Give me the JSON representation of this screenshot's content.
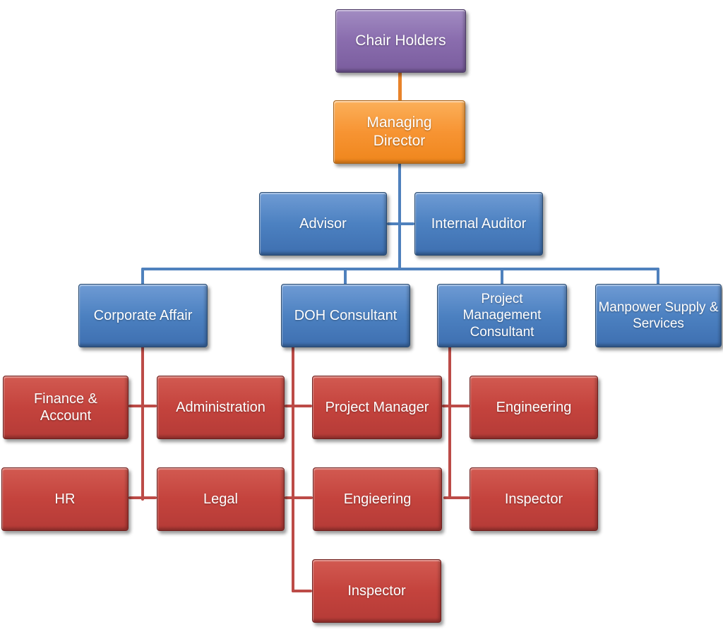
{
  "diagram": {
    "type": "org-chart",
    "palette": {
      "purple_fill": "#8a6dae",
      "orange_fill": "#f79433",
      "blue_fill": "#4c81c1",
      "red_fill": "#c4433d",
      "connector_blue": "#4f81bd",
      "connector_red": "#bc4b47",
      "connector_orange": "#e8832a",
      "text_color": "#ffffff",
      "background": "#ffffff"
    },
    "nodes": {
      "chair_holders": {
        "label": "Chair Holders",
        "color": "purple",
        "parent": null
      },
      "managing_director": {
        "label": "Managing Director",
        "color": "orange",
        "parent": "Chair Holders"
      },
      "advisor": {
        "label": "Advisor",
        "color": "blue",
        "parent": "Managing Director"
      },
      "internal_auditor": {
        "label": "Internal Auditor",
        "color": "blue",
        "parent": "Managing Director"
      },
      "corporate_affair": {
        "label": "Corporate Affair",
        "color": "blue",
        "parent": "Managing Director"
      },
      "doh_consultant": {
        "label": "DOH Consultant",
        "color": "blue",
        "parent": "Managing Director"
      },
      "project_management_consultant": {
        "label": "Project Management Consultant",
        "color": "blue",
        "parent": "Managing Director"
      },
      "manpower_supply_services": {
        "label": "Manpower Supply & Services",
        "color": "blue",
        "parent": "Managing Director"
      },
      "finance_account": {
        "label": "Finance & Account",
        "color": "red",
        "parent": "Corporate Affair"
      },
      "administration": {
        "label": "Administration",
        "color": "red",
        "parent": "Corporate Affair"
      },
      "hr": {
        "label": "HR",
        "color": "red",
        "parent": "Corporate Affair"
      },
      "legal": {
        "label": "Legal",
        "color": "red",
        "parent": "Corporate Affair"
      },
      "project_manager": {
        "label": "Project Manager",
        "color": "red",
        "parent": "DOH Consultant"
      },
      "engieering_doh": {
        "label": "Engieering",
        "color": "red",
        "parent": "DOH Consultant"
      },
      "inspector_doh": {
        "label": "Inspector",
        "color": "red",
        "parent": "DOH Consultant"
      },
      "engineering_pmc": {
        "label": "Engineering",
        "color": "red",
        "parent": "Project Management Consultant"
      },
      "inspector_pmc": {
        "label": "Inspector",
        "color": "red",
        "parent": "Project Management Consultant"
      }
    }
  }
}
